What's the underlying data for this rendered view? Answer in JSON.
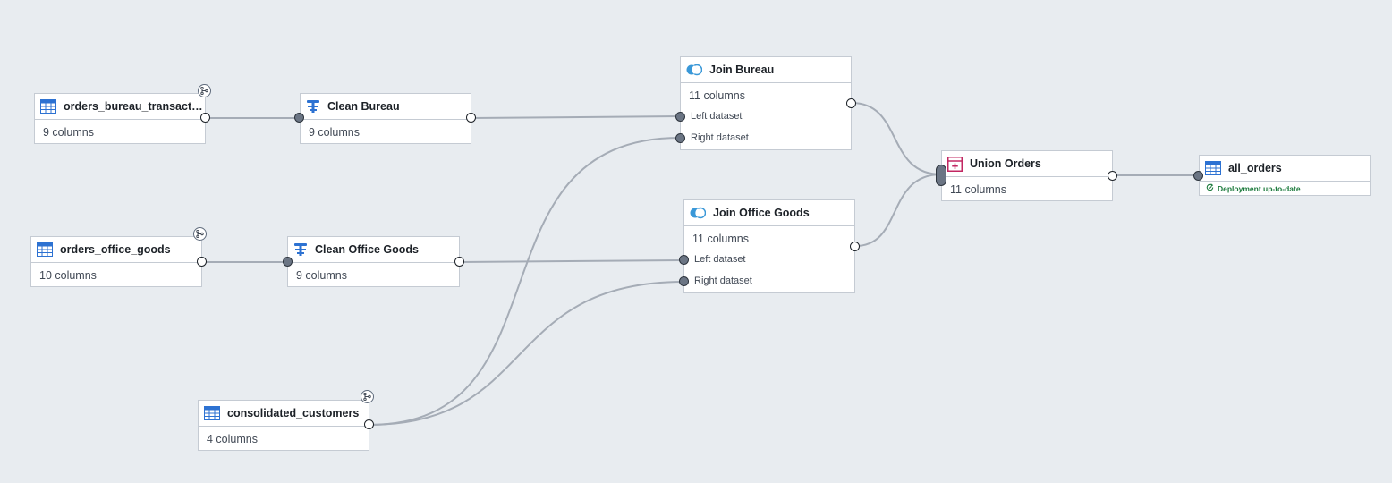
{
  "nodes": {
    "orders_bureau": {
      "title": "orders_bureau_transacti…",
      "subtitle": "9 columns",
      "icon": "table-icon"
    },
    "clean_bureau": {
      "title": "Clean Bureau",
      "subtitle": "9 columns",
      "icon": "clean-transform-icon"
    },
    "join_bureau": {
      "title": "Join Bureau",
      "subtitle": "11 columns",
      "left_label": "Left dataset",
      "right_label": "Right dataset",
      "icon": "join-icon"
    },
    "orders_office": {
      "title": "orders_office_goods",
      "subtitle": "10 columns",
      "icon": "table-icon"
    },
    "clean_office": {
      "title": "Clean Office Goods",
      "subtitle": "9 columns",
      "icon": "clean-transform-icon"
    },
    "join_office": {
      "title": "Join Office Goods",
      "subtitle": "11 columns",
      "left_label": "Left dataset",
      "right_label": "Right dataset",
      "icon": "join-icon"
    },
    "union_orders": {
      "title": "Union Orders",
      "subtitle": "11 columns",
      "icon": "union-icon"
    },
    "all_orders": {
      "title": "all_orders",
      "status": "Deployment up-to-date",
      "icon": "table-icon"
    },
    "consolidated": {
      "title": "consolidated_customers",
      "subtitle": "4 columns",
      "icon": "table-icon"
    }
  },
  "colors": {
    "background": "#e8ecf0",
    "edge": "#a5acb6",
    "table_icon": "#2d72d2",
    "join_icon": "#3a98d8",
    "union_icon": "#c22762",
    "status_ok": "#1c7a3c"
  }
}
